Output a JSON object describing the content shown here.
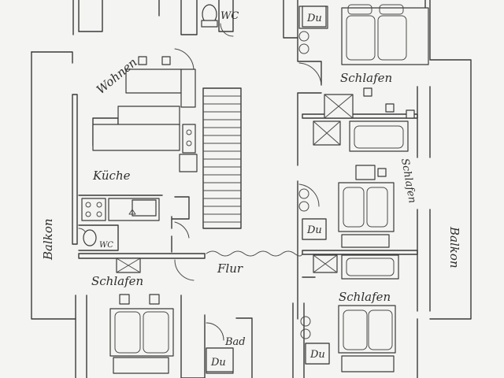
{
  "labels": {
    "wohnen": "Wohnen",
    "kueche": "Küche",
    "flur": "Flur",
    "balkon_left": "Balkon",
    "balkon_right": "Balkon",
    "schlafen_top_right": "Schlafen",
    "schlafen_mid_right": "Schlafen",
    "schlafen_bottom_left": "Schlafen",
    "schlafen_bottom_right": "Schlafen",
    "wc_top": "WC",
    "wc_kitchen": "WC",
    "bad": "Bad",
    "du_top_right": "Du",
    "du_mid_right": "Du",
    "du_bottom_left": "Du",
    "du_bottom_right": "Du"
  },
  "colors": {
    "ink": "#3a3a3a",
    "paper": "#f4f4f2"
  }
}
